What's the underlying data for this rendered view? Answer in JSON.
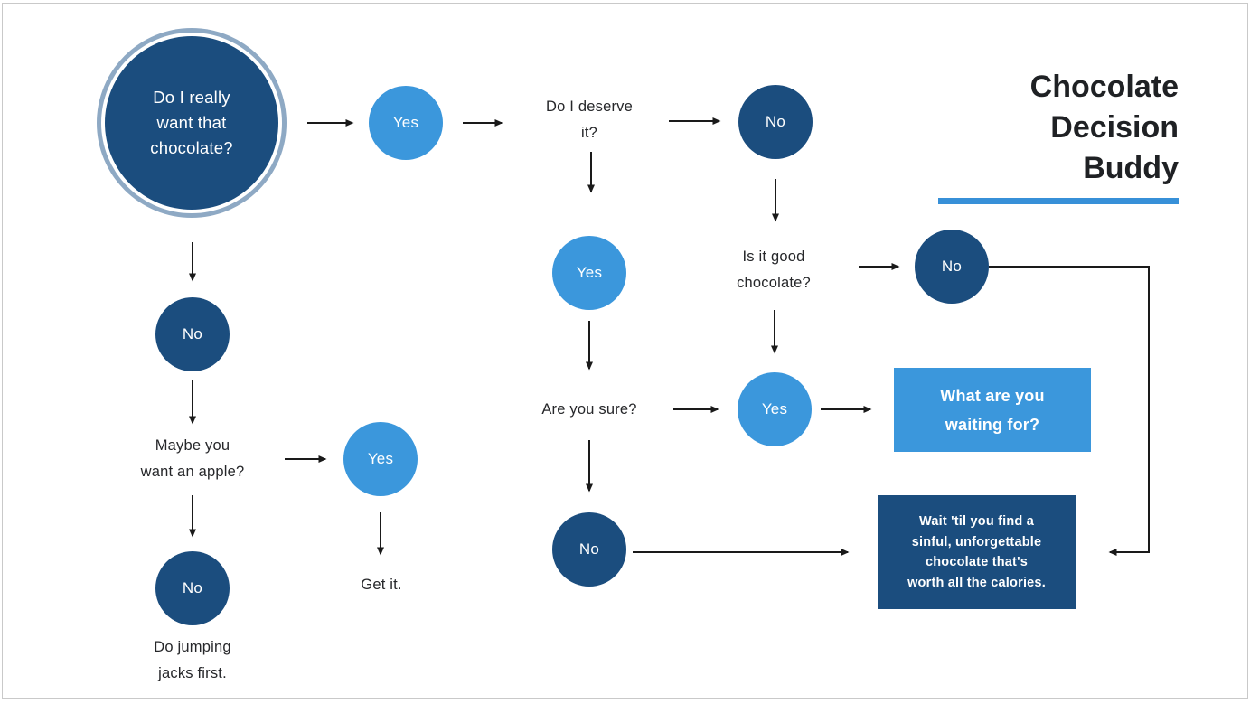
{
  "title": {
    "text": "Chocolate Decision Buddy"
  },
  "palette": {
    "dark_blue": "#1b4d7e",
    "light_blue": "#3b97dc",
    "ring_blue": "#8ea9c4",
    "underline_blue": "#3790d8",
    "text_color": "#26272a",
    "arrow_color": "#1a1a1a",
    "background": "#ffffff",
    "frame_border": "#c9c9c9"
  },
  "nodes": {
    "start": {
      "label": "Do I really\nwant that\nchocolate?"
    },
    "yes1": {
      "label": "Yes"
    },
    "deserve": {
      "label": "Do I deserve\nit?"
    },
    "no1": {
      "label": "No"
    },
    "good": {
      "label": "Is it good\nchocolate?"
    },
    "no2": {
      "label": "No"
    },
    "yes2": {
      "label": "Yes"
    },
    "sure": {
      "label": "Are you sure?"
    },
    "yes3": {
      "label": "Yes"
    },
    "waiting_box": {
      "label": "What are you\nwaiting for?"
    },
    "no3": {
      "label": "No"
    },
    "wait_box": {
      "label": "Wait 'til you find a\nsinful, unforgettable\nchocolate that's\nworth all the calories."
    },
    "no_left": {
      "label": "No"
    },
    "apple": {
      "label": "Maybe you\nwant an apple?"
    },
    "yes_apple": {
      "label": "Yes"
    },
    "get_it": {
      "label": "Get it."
    },
    "no_apple": {
      "label": "No"
    },
    "jumping": {
      "label": "Do jumping\njacks first."
    }
  }
}
